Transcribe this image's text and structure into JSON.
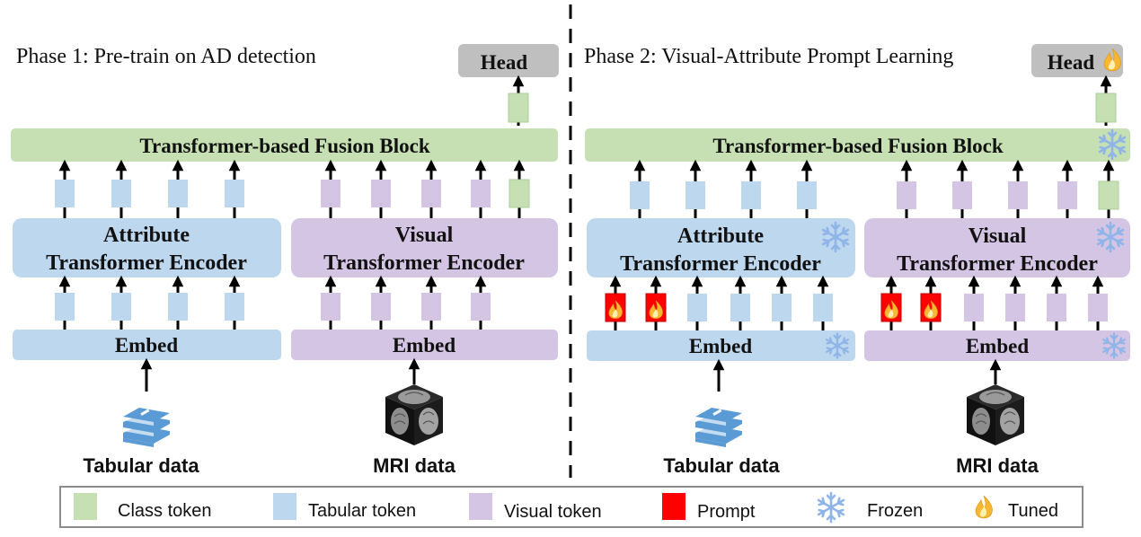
{
  "phase1": {
    "title": "Phase 1: Pre-train on AD detection",
    "head": "Head",
    "fusion": "Transformer-based Fusion Block",
    "attr_enc": [
      "Attribute",
      "Transformer Encoder"
    ],
    "vis_enc": [
      "Visual",
      "Transformer Encoder"
    ],
    "embed_left": "Embed",
    "embed_right": "Embed",
    "input_left": "Tabular data",
    "input_right": "MRI data"
  },
  "phase2": {
    "title": "Phase 2: Visual-Attribute Prompt Learning",
    "head": "Head",
    "fusion": "Transformer-based Fusion Block",
    "attr_enc": [
      "Attribute",
      "Transformer Encoder"
    ],
    "vis_enc": [
      "Visual",
      "Transformer Encoder"
    ],
    "embed_left": "Embed",
    "embed_right": "Embed",
    "input_left": "Tabular data",
    "input_right": "MRI data"
  },
  "legend": [
    {
      "label": "Class token",
      "kind": "class"
    },
    {
      "label": "Tabular token",
      "kind": "tabular"
    },
    {
      "label": "Visual token",
      "kind": "visual"
    },
    {
      "label": "Prompt",
      "kind": "prompt"
    },
    {
      "label": "Frozen",
      "kind": "frozen"
    },
    {
      "label": "Tuned",
      "kind": "tuned"
    }
  ],
  "colors": {
    "class_token": "#c6e0b4",
    "tabular_token": "#bdd7ee",
    "visual_token": "#d3c5e3",
    "prompt": "#ff0000",
    "frozen": "#8fb4e8",
    "tuned": "#f7c948",
    "head": "#bfbfbf"
  }
}
